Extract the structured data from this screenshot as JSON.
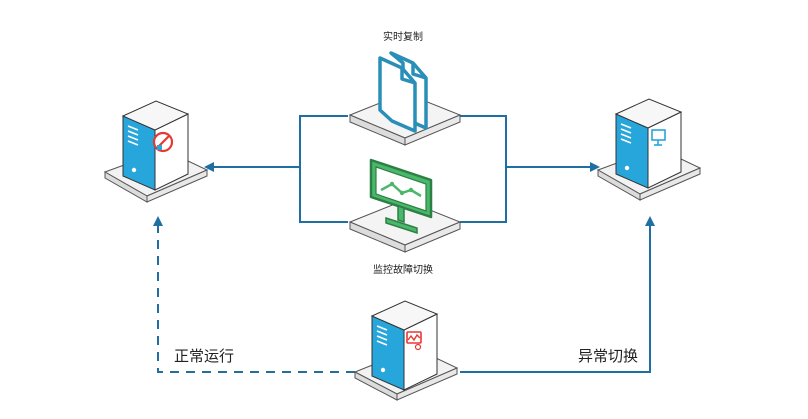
{
  "labels": {
    "realtime_copy": "实时复制",
    "monitor_failover": "监控故障切换",
    "normal_run": "正常运行",
    "abnormal_switch": "异常切换"
  },
  "icons": {
    "left_server": "server-with-prohibited-mark-icon",
    "right_server": "server-with-monitor-icon",
    "bottom_server": "server-with-heartbeat-icon",
    "copy": "copy-files-icon",
    "monitor": "monitor-icon"
  },
  "colors": {
    "line": "#1f6fa3",
    "server_front": "#27a6dc",
    "server_side": "#ffffff",
    "server_outline": "#333333",
    "copy_icon": "#2a8fb8",
    "monitor_icon": "#3aa05a",
    "prohibited": "#e53935"
  }
}
